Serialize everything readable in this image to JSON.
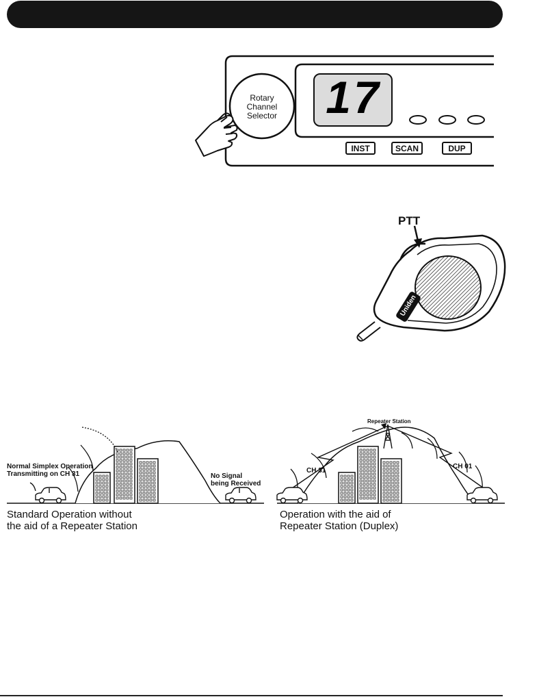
{
  "radio_panel": {
    "knob_label_lines": [
      "Rotary",
      "Channel",
      "Selector"
    ],
    "channel_display": "17",
    "buttons": [
      "INST",
      "SCAN",
      "DUP"
    ]
  },
  "microphone": {
    "ptt_label": "PTT",
    "brand": "Uniden"
  },
  "simplex_diagram": {
    "tx_label_lines": [
      "Normal Simplex Operation",
      "Transmitting on CH 31"
    ],
    "rx_label_lines": [
      "No Signal",
      "being Received"
    ],
    "caption_lines": [
      "Standard Operation without",
      "the aid of a Repeater Station"
    ]
  },
  "duplex_diagram": {
    "repeater_label": "Repeater Station",
    "ch_in_label": "CH 31",
    "ch_out_label": "CH 01",
    "caption_lines": [
      "Operation with the aid of",
      "Repeater Station (Duplex)"
    ]
  }
}
